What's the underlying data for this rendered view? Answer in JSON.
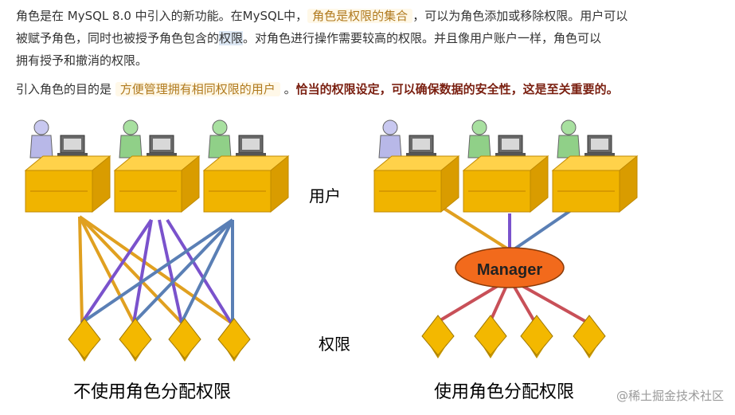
{
  "text": {
    "p1_a": "角色是在 MySQL 8.0 中引入的新功能。在MySQL中，",
    "p1_tag": "角色是权限的集合",
    "p1_b": "，可以为角色添加或移除权限。用户可以",
    "p1_c": "被赋予角色，同时也被授予角色包含的",
    "p1_sel": "权限",
    "p1_d": "。对角色进行操作需要较高的权限。并且像用户账户一样，角色可以",
    "p1_e": "拥有授予和撤消的权限。",
    "p2_a": "引入角色的目的是",
    "p2_tag": "方便管理拥有相同权限的用户",
    "p2_b": "。",
    "p2_strong": "恰当的权限设定，可以确保数据的安全性，这是至关重要的。"
  },
  "diagram": {
    "label_users": "用户",
    "label_permissions": "权限",
    "caption_left": "不使用角色分配权限",
    "caption_right": "使用角色分配权限",
    "manager_label": "Manager",
    "colors": {
      "orange_line": "#e0a020",
      "purple_line": "#7a52cc",
      "blue_line": "#5a7fb5",
      "red_line": "#c85058",
      "desk_top": "#ffd24a",
      "desk_front": "#f0b400",
      "diamond": "#f3b800",
      "manager_fill": "#f26a1c"
    }
  },
  "watermark": "@稀土掘金技术社区"
}
